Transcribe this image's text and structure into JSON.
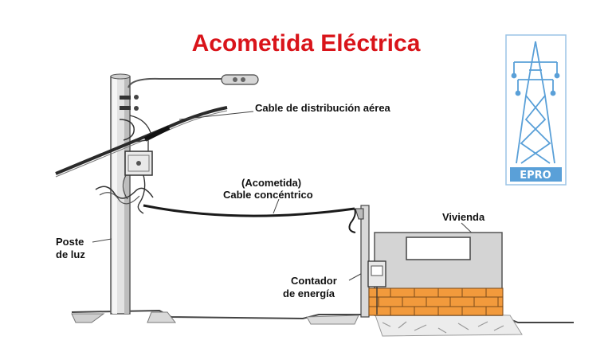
{
  "title": "Acometida Eléctrica",
  "labels": {
    "distribution_cable": "Cable de distribución aérea",
    "service_drop_line1": "(Acometida)",
    "service_drop_line2": "Cable concéntrico",
    "dwelling": "Vivienda",
    "pole_line1": "Poste",
    "pole_line2": "de luz",
    "meter_line1": "Contador",
    "meter_line2": "de energía"
  },
  "logo": {
    "text": "EPRO",
    "icon": "transmission-tower-icon"
  },
  "colors": {
    "title": "#d9141a",
    "brick": "#f29a3c",
    "wall": "#d4d4d4",
    "logo": "#5aa0d8"
  }
}
